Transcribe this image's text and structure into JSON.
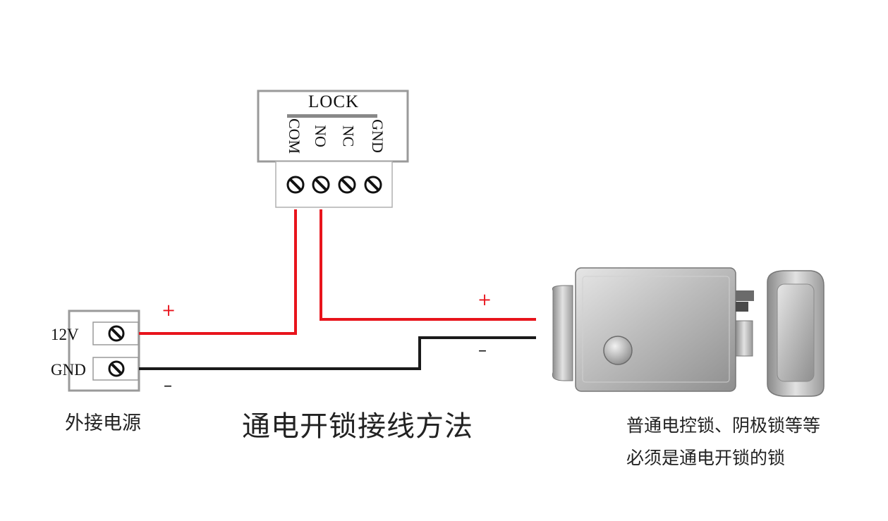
{
  "lock_module": {
    "title": "LOCK",
    "pins": [
      "COM",
      "NO",
      "NC",
      "GND"
    ]
  },
  "power_supply": {
    "labels": [
      "12V",
      "GND"
    ],
    "caption": "外接电源"
  },
  "signs": {
    "plus_power": "+",
    "minus_power": "–",
    "plus_lock": "+",
    "minus_lock": "–"
  },
  "title": "通电开锁接线方法",
  "note": {
    "line1": "普通电控锁、阴极锁等等",
    "line2": "必须是通电开锁的锁"
  },
  "colors": {
    "positive_wire": "#e8141c",
    "negative_wire": "#1a1a1a",
    "box_border": "#9a9a9a"
  }
}
